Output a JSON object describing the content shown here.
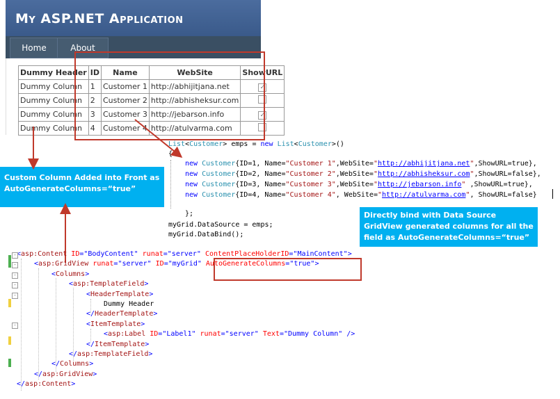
{
  "app": {
    "title": "My ASP.NET Application",
    "nav": [
      "Home",
      "About"
    ]
  },
  "grid": {
    "columns": [
      "Dummy Header",
      "ID",
      "Name",
      "WebSite",
      "ShowURL"
    ],
    "rows": [
      {
        "dummy": "Dummy Column",
        "id": "1",
        "name": "Customer 1",
        "website": "http://abhijitjana.net",
        "show": true
      },
      {
        "dummy": "Dummy Column",
        "id": "2",
        "name": "Customer 2",
        "website": "http://abhisheksur.com",
        "show": false
      },
      {
        "dummy": "Dummy Column",
        "id": "3",
        "name": "Customer 3",
        "website": "http://jebarson.info",
        "show": true
      },
      {
        "dummy": "Dummy Column",
        "id": "4",
        "name": "Customer 4",
        "website": "http://atulvarma.com",
        "show": false
      }
    ]
  },
  "code_top": {
    "l1_a": "List",
    "l1_b": "<",
    "l1_c": "Customer",
    "l1_d": "> emps = ",
    "l1_e": "new",
    "l1_f": " ",
    "l1_g": "List",
    "l1_h": "<",
    "l1_i": "Customer",
    "l1_j": ">()",
    "l2": "{",
    "new": "new",
    "customer": "Customer",
    "r1_a": "{ID=1, Name=",
    "r1_s": "\"Customer 1\"",
    "r1_b": ",WebSite=",
    "r1_q1": "\"",
    "r1_u": "http://abhijitjana.net",
    "r1_q2": "\"",
    "r1_c": ",ShowURL=true},",
    "r2_a": "{ID=2, Name=",
    "r2_s": "\"Customer 2\"",
    "r2_b": ",WebSite=",
    "r2_q1": "\"",
    "r2_u": "http://abhisheksur.com",
    "r2_q2": "\"",
    "r2_c": ",ShowURL=false},",
    "r3_a": "{ID=3, Name=",
    "r3_s": "\"Customer 3\"",
    "r3_b": ",WebSite=",
    "r3_q1": "\"",
    "r3_u": "http://jebarson.info",
    "r3_q2": "\"",
    "r3_c": " ,ShowURL=true},",
    "r4_a": "{ID=4, Name=",
    "r4_s": "\"Customer 4\"",
    "r4_b": ", WebSite=",
    "r4_q1": "\"",
    "r4_u": "http://atulvarma.com",
    "r4_q2": "\"",
    "r4_c": ", ShowURL=false}",
    "close": "};",
    "ds": "myGrid.DataSource = emps;",
    "db": "myGrid.DataBind();"
  },
  "callouts": {
    "left": "Custom Column Added into Front as AutoGenerateColumns=“true”",
    "right": "Directly bind with Data Source GridView generated columns for all the field as AutoGenerateColumns=“true”"
  },
  "markup": {
    "l1": [
      "<",
      "asp:Content",
      " ",
      "ID",
      "=\"BodyContent\" ",
      "runat",
      "=\"server\" ",
      "ContentPlaceHolderID",
      "=\"MainContent\"",
      ">"
    ],
    "l2": [
      "<",
      "asp:GridView",
      " ",
      "runat",
      "=\"server\" ",
      "ID",
      "=\"myGrid\" ",
      "AutoGenerateColumns",
      "=\"true\"",
      ">"
    ],
    "l3": [
      "<",
      "Columns",
      ">"
    ],
    "l4": [
      "<",
      "asp:TemplateField",
      ">"
    ],
    "l5": [
      "<",
      "HeaderTemplate",
      ">"
    ],
    "l6": "Dummy Header",
    "l7": [
      "</",
      "HeaderTemplate",
      ">"
    ],
    "l8": [
      "<",
      "ItemTemplate",
      ">"
    ],
    "l9": [
      "<",
      "asp:Label",
      " ",
      "ID",
      "=\"Label1\" ",
      "runat",
      "=\"server\" ",
      "Text",
      "=\"Dummy Column\" ",
      "/>"
    ],
    "l10": [
      "</",
      "ItemTemplate",
      ">"
    ],
    "l11": [
      "</",
      "asp:TemplateField",
      ">"
    ],
    "l12": [
      "</",
      "Columns",
      ">"
    ],
    "l13": [
      "</",
      "asp:GridView",
      ">"
    ],
    "l14": [
      "</",
      "asp:Content",
      ">"
    ]
  },
  "colors": {
    "accent_red": "#c0392b",
    "callout_blue": "#00b0f0",
    "header_blue": "#4b6c9e"
  }
}
